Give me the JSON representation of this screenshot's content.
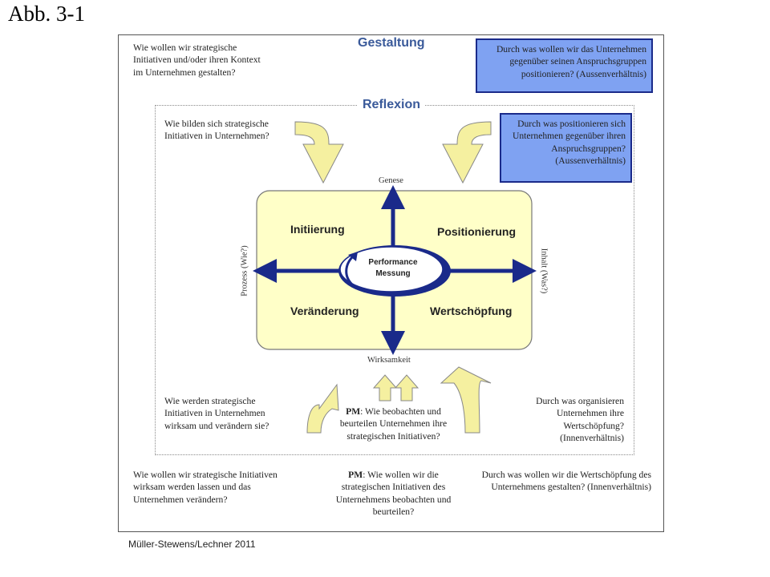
{
  "figure_label": "Abb. 3-1",
  "credit": "Müller-Stewens/Lechner  2011",
  "headings": {
    "gestaltung": "Gestaltung",
    "reflexion": "Reflexion"
  },
  "outer": {
    "top_left": "Wie wollen wir strategische Initiativen und/oder ihren Kontext im Unternehmen gestalten?",
    "top_right_box": "Durch was wollen wir das Unternehmen gegenüber seinen Anspruchsgruppen positionieren? (Aussenverhältnis)",
    "bottom_left": "Wie wollen wir strategische Initiativen wirksam werden lassen und das Unternehmen verändern?",
    "bottom_center_pm": "PM",
    "bottom_center": ": Wie wollen wir die strategischen Initiativen des Unternehmens beobachten und beurteilen?",
    "bottom_right": "Durch was wollen wir die Wertschöpfung des Unternehmens gestalten?  (Innenverhältnis)"
  },
  "inner": {
    "top_left": "Wie bilden sich strategische Initiativen in Unternehmen?",
    "top_right_box": "Durch was positionieren sich Unternehmen gegenüber ihren Anspruchsgruppen? (Aussenverhältnis)",
    "bottom_left": "Wie werden strategische Initiativen in Unternehmen wirksam und verändern sie?",
    "bottom_center_pm": "PM",
    "bottom_center": ": Wie beobachten und beurteilen Unternehmen ihre strategischen Initiativen?",
    "bottom_right": "Durch was organisieren Unternehmen ihre Wertschöpfung? (Innenverhältnis)"
  },
  "axes": {
    "top": "Genese",
    "bottom": "Wirksamkeit",
    "left": "Prozess (Wie?)",
    "right": "Inhalt (Was?)"
  },
  "quadrants": {
    "tl": "Initiierung",
    "tr": "Positionierung",
    "bl": "Veränderung",
    "br": "Wertschöpfung"
  },
  "center": {
    "line1": "Performance",
    "line2": "Messung"
  },
  "colors": {
    "box_fill": "#ffffc8",
    "arrow_fill": "#f5f0a0",
    "axis_blue": "#1a2a8a",
    "blue_box": "#7fa2f2"
  }
}
